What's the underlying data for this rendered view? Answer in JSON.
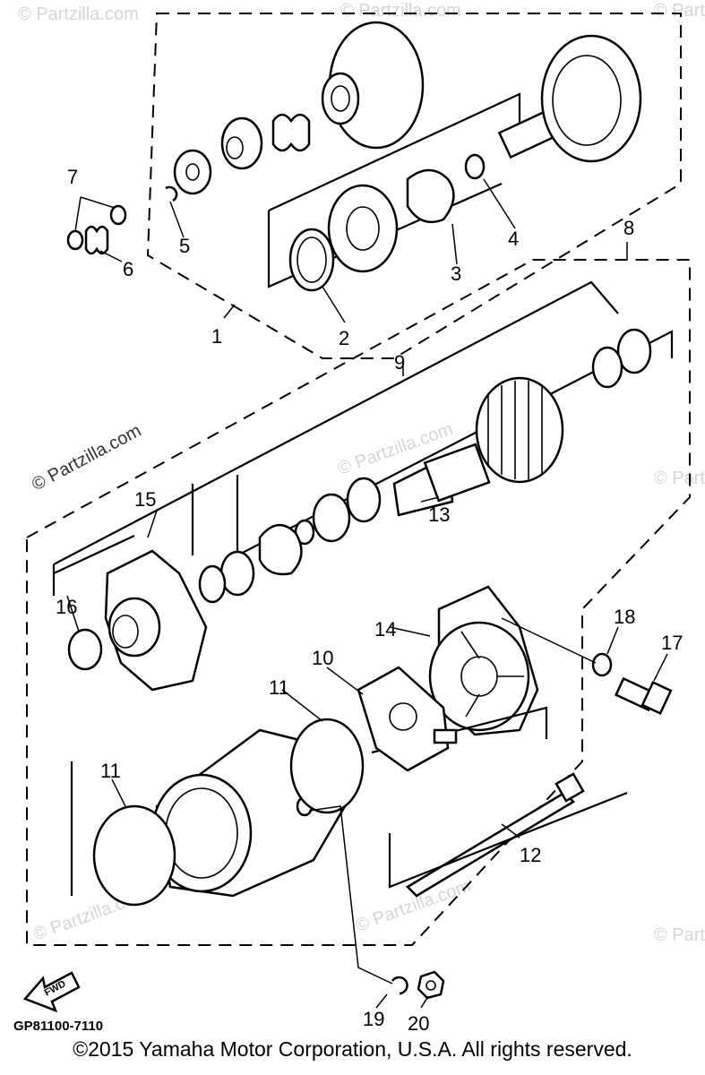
{
  "watermark": {
    "main": "© Partzilla.com",
    "faint": "© Partzilla.com"
  },
  "callouts": [
    "1",
    "2",
    "3",
    "4",
    "5",
    "6",
    "7",
    "8",
    "9",
    "10",
    "11",
    "11",
    "12",
    "13",
    "14",
    "15",
    "16",
    "17",
    "18",
    "19",
    "20"
  ],
  "fwd_label": "FWD",
  "diagram_code": "GP81100-7110",
  "copyright": "©2015 Yamaha Motor Corporation, U.S.A. All rights reserved."
}
